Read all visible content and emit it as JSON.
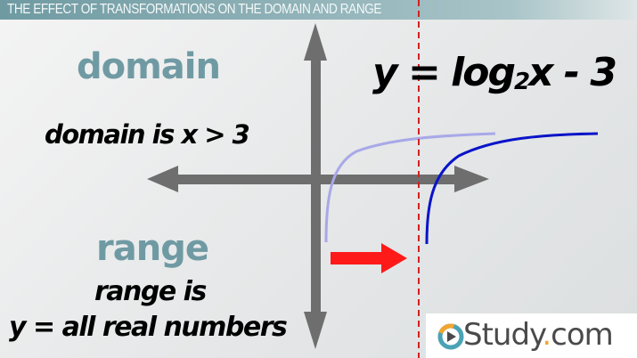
{
  "header": {
    "title": "THE EFFECT OF TRANSFORMATIONS ON THE DOMAIN AND RANGE"
  },
  "left": {
    "domain_heading": "domain",
    "domain_statement": "domain is x > 3",
    "range_heading": "range",
    "range_statement_line1": "range is",
    "range_statement_line2": "y = all real numbers"
  },
  "equation": {
    "prefix": "y = log",
    "base": "2",
    "suffix": "x - 3"
  },
  "colors": {
    "heading": "#6f9aa3",
    "curve": "#0a14c8",
    "original_curve": "#a8a8e8",
    "asymptote": "#d42020",
    "shift_arrow": "#ff1a1a"
  },
  "logo": {
    "name": "Study",
    "dot": ".",
    "tld": "com"
  }
}
